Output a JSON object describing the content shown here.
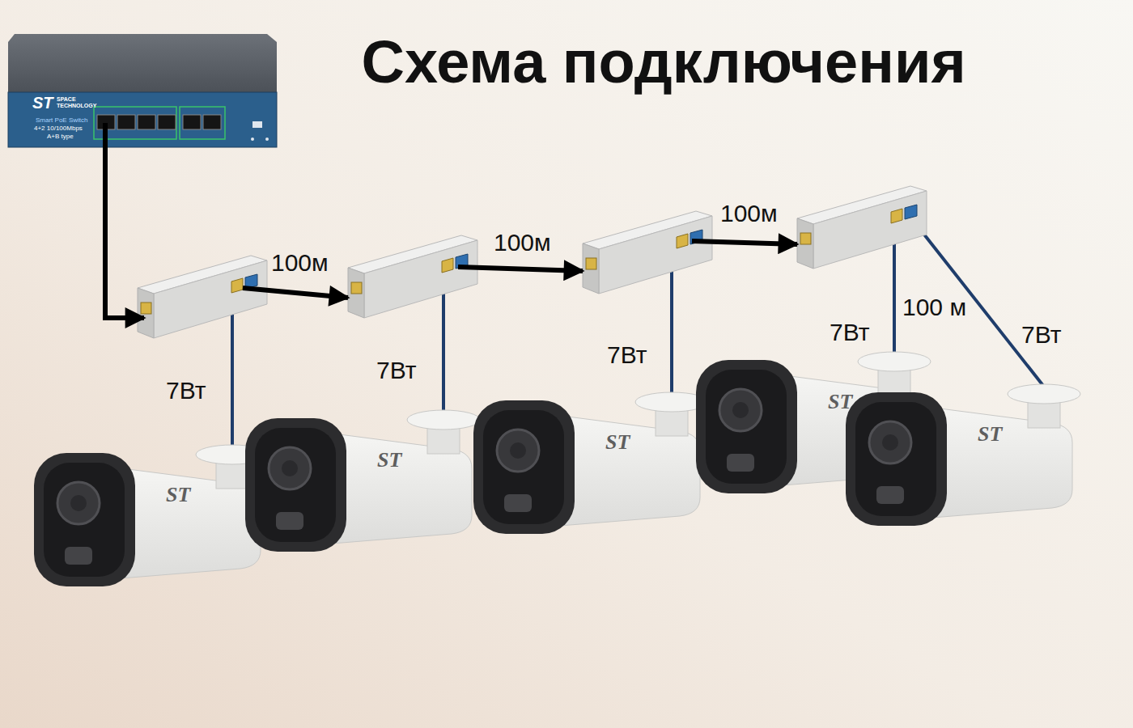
{
  "diagram": {
    "title": "Схема подключения",
    "labels": [
      "ST",
      "SPACE TECHNOLOGY",
      "Smart PoE Switch",
      "4+2 10/100Mbps",
      "A+B type",
      "100м",
      "100м",
      "100м",
      "7Вт",
      "7Вт",
      "7Вт",
      "100 м",
      "7Вт",
      "7Вт",
      "ST",
      "ST",
      "ST",
      "ST",
      "ST"
    ]
  }
}
